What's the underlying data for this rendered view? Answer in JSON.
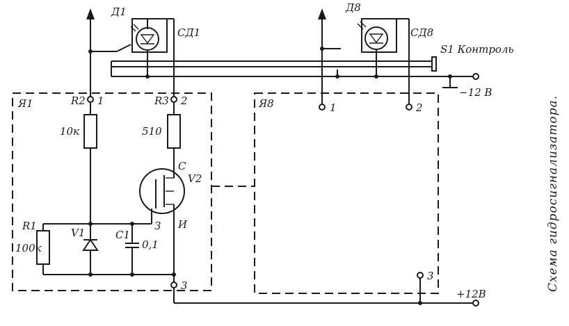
{
  "caption": "Схема гидросигнализатора.",
  "blocks": {
    "first": "Я1",
    "last": "Я8"
  },
  "indicators": {
    "d1": "Д1",
    "sd1": "СД1",
    "d8": "Д8",
    "sd8": "СД8"
  },
  "switch_label": "S1 Контроль",
  "supply": {
    "negative": "−12 В",
    "positive": "+12В"
  },
  "resistors": {
    "r1": {
      "ref": "R1",
      "value": "100к"
    },
    "r2": {
      "ref": "R2",
      "value": "10к"
    },
    "r3": {
      "ref": "R3",
      "value": "510"
    }
  },
  "capacitor": {
    "ref": "C1",
    "value": "0,1"
  },
  "diode": {
    "ref": "V1"
  },
  "transistor": {
    "ref": "V2",
    "pin_c": "С",
    "pin_i": "И",
    "pin_z": "З"
  },
  "terminals": {
    "t1": "1",
    "t2": "2",
    "t3": "3",
    "b8_t1": "1",
    "b8_t2": "2",
    "b8_t3": "3"
  }
}
